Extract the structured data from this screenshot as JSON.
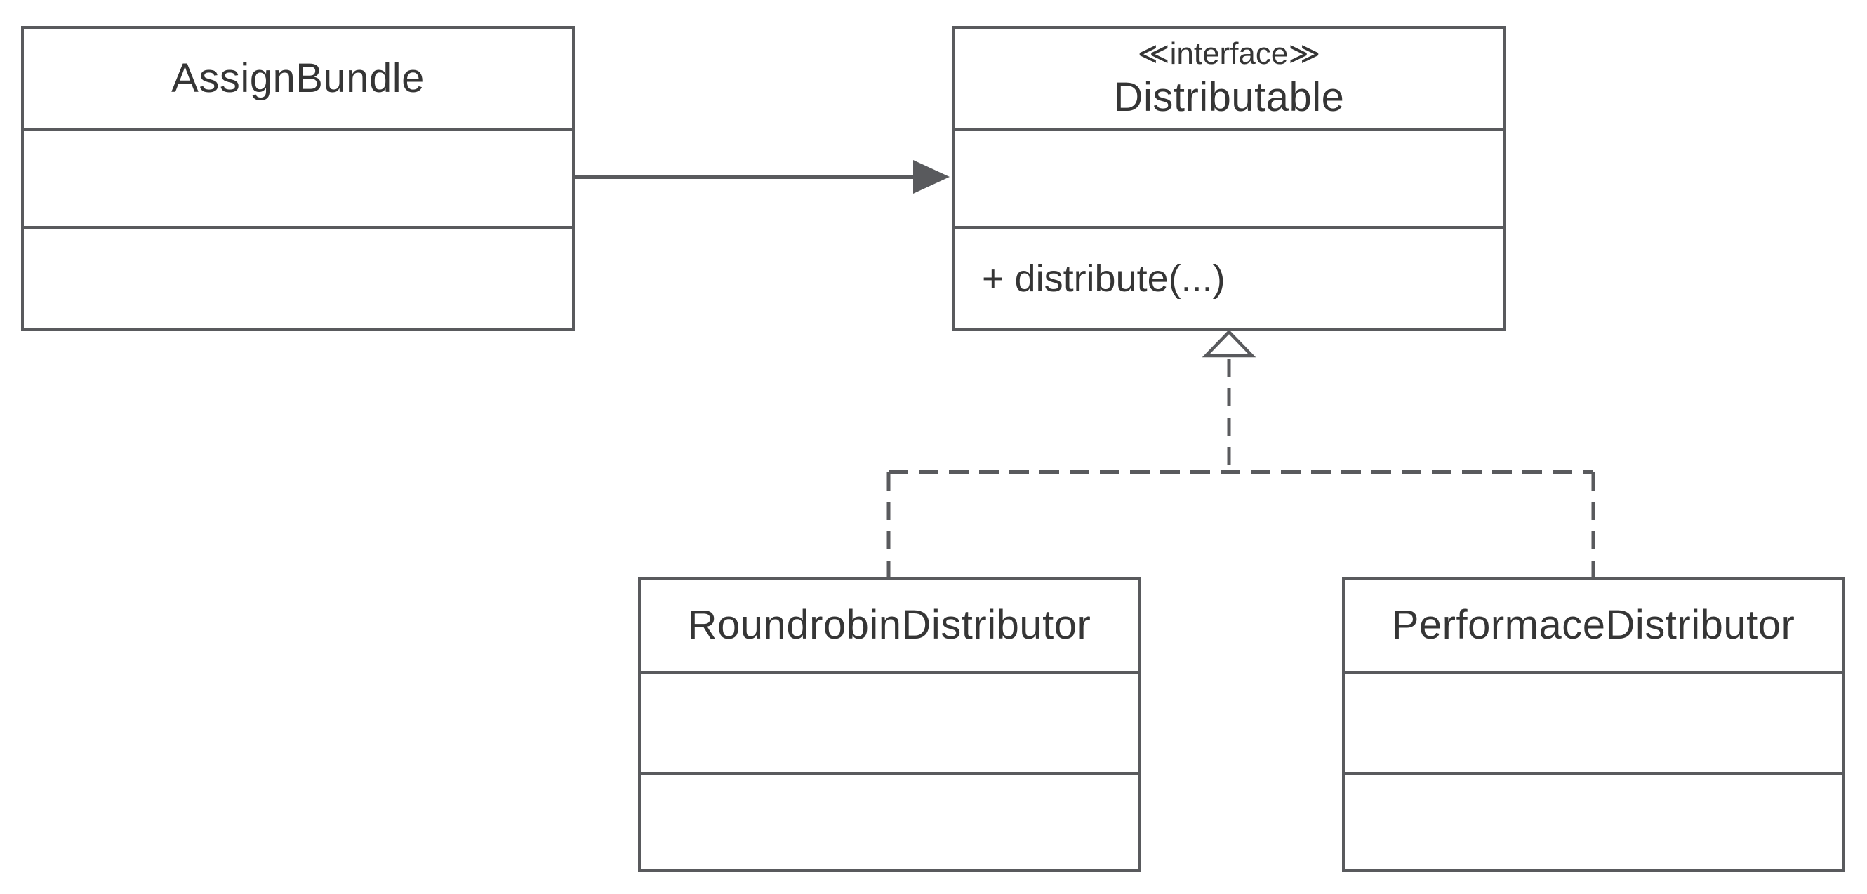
{
  "colors": {
    "line": "#595a5d",
    "text": "#353535",
    "background": "#ffffff",
    "box_fill": "#ffffff"
  },
  "diagram": {
    "type": "uml-class-diagram",
    "classes": [
      {
        "name": "AssignBundle",
        "stereotype": "",
        "attributes": [],
        "operations": []
      },
      {
        "name": "Distributable",
        "stereotype": "≪interface≫",
        "attributes": [],
        "operations": [
          "+ distribute(...)"
        ]
      },
      {
        "name": "RoundrobinDistributor",
        "stereotype": "",
        "attributes": [],
        "operations": []
      },
      {
        "name": "PerformaceDistributor",
        "stereotype": "",
        "attributes": [],
        "operations": []
      }
    ],
    "relationships": [
      {
        "type": "association",
        "from": "AssignBundle",
        "to": "Distributable",
        "line": "solid",
        "arrow": "filled-arrowhead"
      },
      {
        "type": "realization",
        "from": "RoundrobinDistributor",
        "to": "Distributable",
        "line": "dashed",
        "arrow": "hollow-triangle"
      },
      {
        "type": "realization",
        "from": "PerformaceDistributor",
        "to": "Distributable",
        "line": "dashed",
        "arrow": "hollow-triangle"
      }
    ]
  }
}
